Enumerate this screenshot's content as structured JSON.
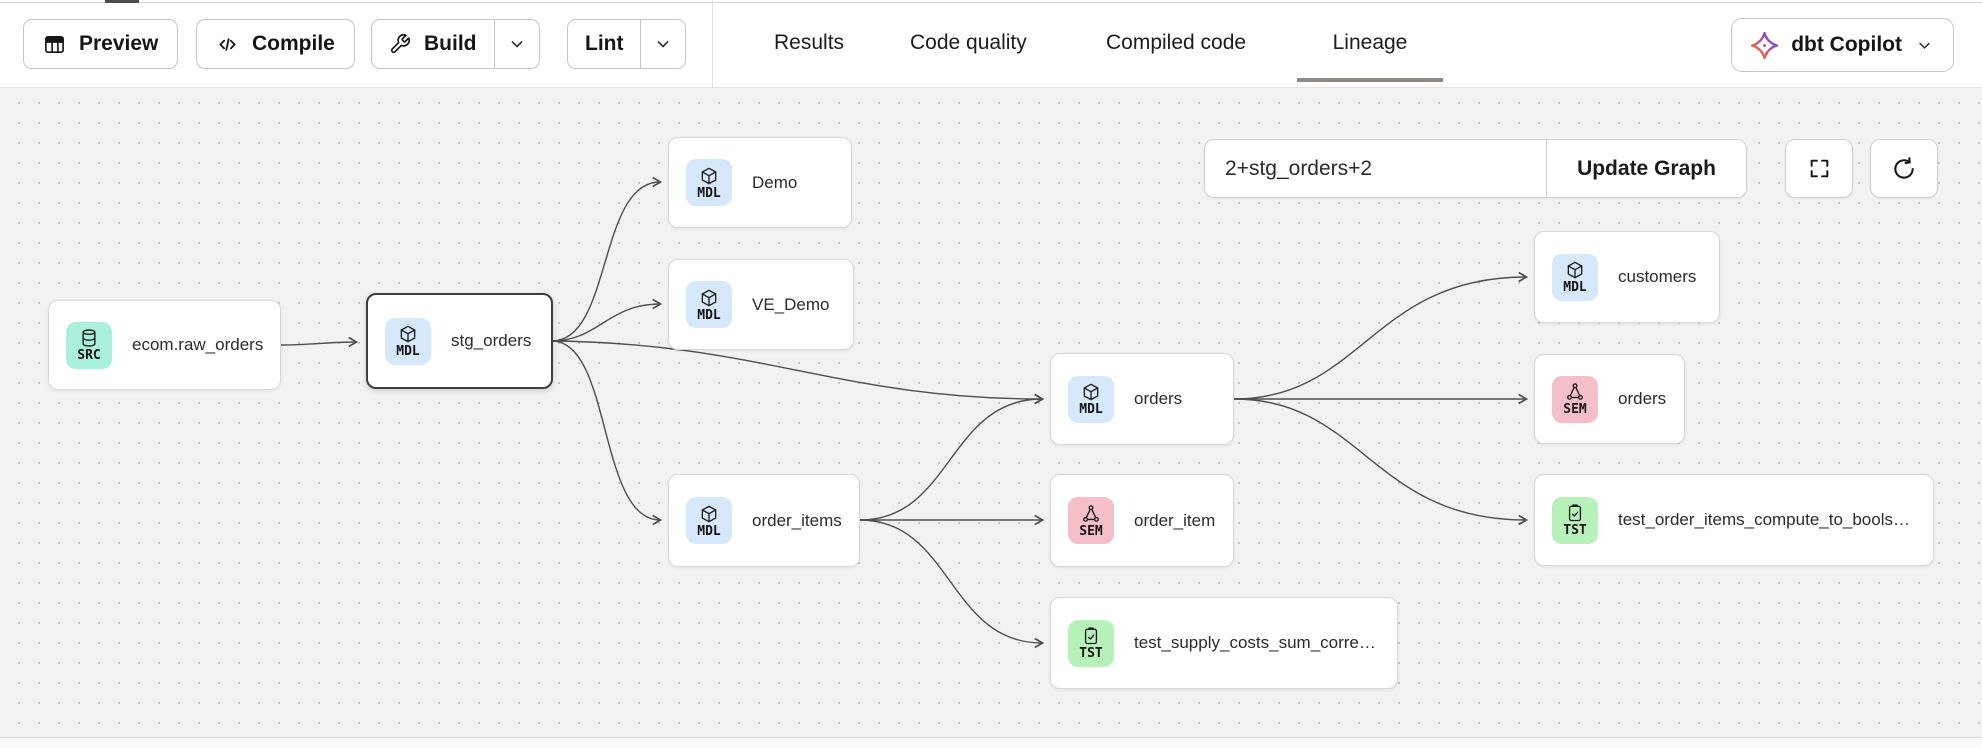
{
  "toolbar": {
    "buttons": [
      {
        "label": "Preview",
        "icon": "table-icon"
      },
      {
        "label": "Compile",
        "icon": "code-icon"
      },
      {
        "label": "Build",
        "icon": "wrench-icon",
        "has_dropdown": true
      },
      {
        "label": "Lint",
        "has_dropdown": true
      }
    ],
    "copilot": {
      "label": "dbt Copilot"
    }
  },
  "tabs": [
    {
      "label": "Results",
      "active": false
    },
    {
      "label": "Code quality",
      "active": false
    },
    {
      "label": "Compiled code",
      "active": false
    },
    {
      "label": "Lineage",
      "active": true
    }
  ],
  "lineage_controls": {
    "filter_value": "2+stg_orders+2",
    "update_button": "Update Graph",
    "icons": [
      "fullscreen-icon",
      "refresh-icon"
    ]
  },
  "graph": {
    "nodes": [
      {
        "id": "ecom.raw_orders",
        "type": "SRC",
        "label": "ecom.raw_orders",
        "selected": false
      },
      {
        "id": "stg_orders",
        "type": "MDL",
        "label": "stg_orders",
        "selected": true
      },
      {
        "id": "Demo",
        "type": "MDL",
        "label": "Demo",
        "selected": false
      },
      {
        "id": "VE_Demo",
        "type": "MDL",
        "label": "VE_Demo",
        "selected": false
      },
      {
        "id": "order_items",
        "type": "MDL",
        "label": "order_items",
        "selected": false
      },
      {
        "id": "orders_model",
        "type": "MDL",
        "label": "orders",
        "selected": false
      },
      {
        "id": "order_item",
        "type": "SEM",
        "label": "order_item",
        "selected": false
      },
      {
        "id": "test_supply_costs_sum_correctly",
        "type": "TST",
        "label": "test_supply_costs_sum_correctly",
        "selected": false
      },
      {
        "id": "customers",
        "type": "MDL",
        "label": "customers",
        "selected": false
      },
      {
        "id": "orders_semantic",
        "type": "SEM",
        "label": "orders",
        "selected": false
      },
      {
        "id": "test_order_items",
        "type": "TST",
        "label": "test_order_items_compute_to_bools_c...",
        "selected": false
      }
    ],
    "edges": [
      [
        "ecom.raw_orders",
        "stg_orders"
      ],
      [
        "stg_orders",
        "Demo"
      ],
      [
        "stg_orders",
        "VE_Demo"
      ],
      [
        "stg_orders",
        "orders_model"
      ],
      [
        "stg_orders",
        "order_items"
      ],
      [
        "order_items",
        "orders_model"
      ],
      [
        "order_items",
        "order_item"
      ],
      [
        "order_items",
        "test_supply_costs_sum_correctly"
      ],
      [
        "orders_model",
        "customers"
      ],
      [
        "orders_model",
        "orders_semantic"
      ],
      [
        "orders_model",
        "test_order_items"
      ]
    ],
    "badge_colors": {
      "SRC": "#a9f1dc",
      "MDL": "#d6e8fb",
      "SEM": "#f5bfca",
      "TST": "#b6f2b9"
    },
    "edge_color": "#4f4f4f",
    "canvas_color": "#f2f2f3"
  }
}
